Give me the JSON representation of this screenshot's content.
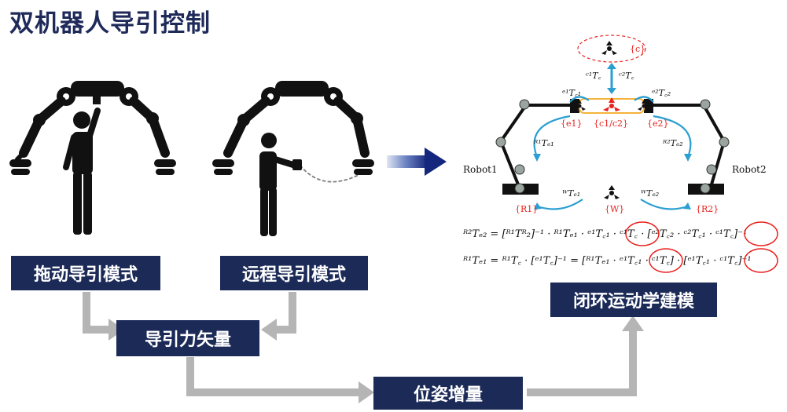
{
  "title": "双机器人导引控制",
  "modes": {
    "drag": "拖动导引模式",
    "remote": "远程导引模式"
  },
  "boxes": {
    "force_vector": "导引力矢量",
    "pose_increment": "位姿增量",
    "closed_loop": "闭环运动学建模"
  },
  "diagram": {
    "robot1": "Robot1",
    "robot2": "Robot2",
    "frames": {
      "c": "{c}",
      "e1": "{e1}",
      "c1c2": "{c1/c2}",
      "e2": "{e2}",
      "R1": "{R1}",
      "W": "{W}",
      "R2": "{R2}"
    },
    "colors": {
      "navy": "#1b2a57",
      "frame_red": "#e8201e",
      "arrow_blue": "#2b9fd1",
      "gray_arrow": "#b5b5b5",
      "object_orange": "#f4b33a"
    }
  }
}
